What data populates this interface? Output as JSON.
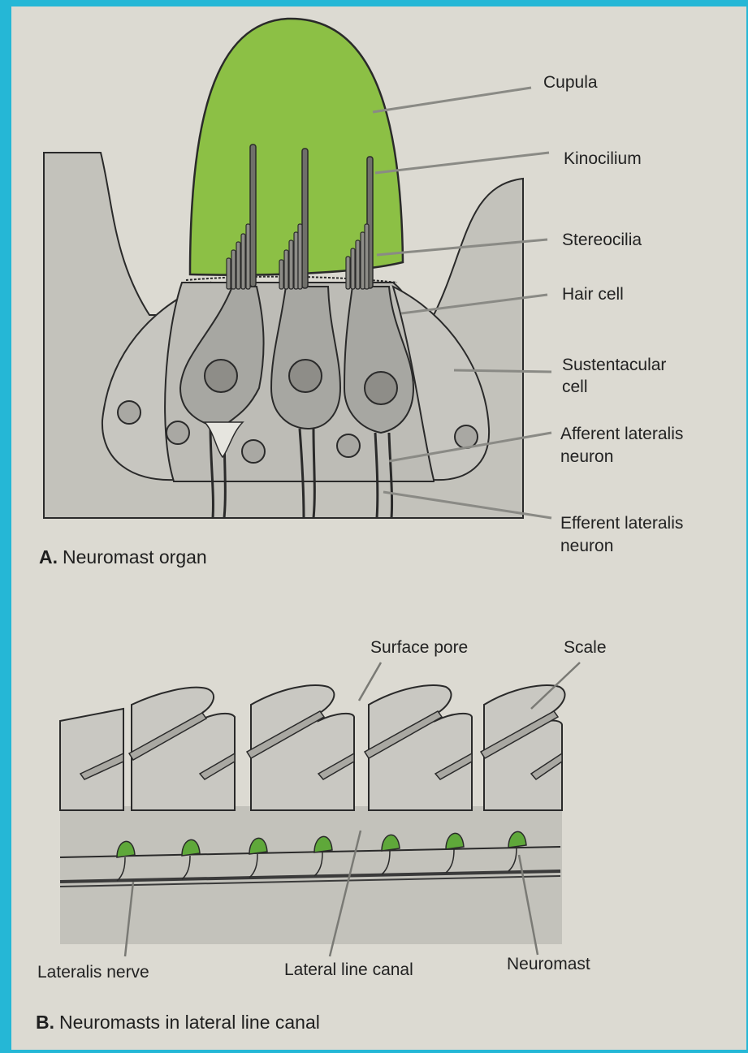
{
  "panel_a": {
    "caption_letter": "A.",
    "caption_text": "Neuromast organ",
    "labels": {
      "cupula": "Cupula",
      "kinocilium": "Kinocilium",
      "stereocilia": "Stereocilia",
      "hair_cell": "Hair cell",
      "sustentacular_1": "Sustentacular",
      "sustentacular_2": "cell",
      "afferent_1": "Afferent lateralis",
      "afferent_2": "neuron",
      "efferent_1": "Efferent lateralis",
      "efferent_2": "neuron"
    }
  },
  "panel_b": {
    "caption_letter": "B.",
    "caption_text": "Neuromasts in lateral line canal",
    "labels": {
      "surface_pore": "Surface pore",
      "scale": "Scale",
      "lateralis_nerve": "Lateralis nerve",
      "lateral_line_canal": "Lateral line canal",
      "neuromast": "Neuromast"
    }
  },
  "colors": {
    "cupula_green": "#8cc045",
    "tissue_gray": "#c3c2bb",
    "cell_gray": "#a7a7a2",
    "page": "#dcdad2"
  }
}
